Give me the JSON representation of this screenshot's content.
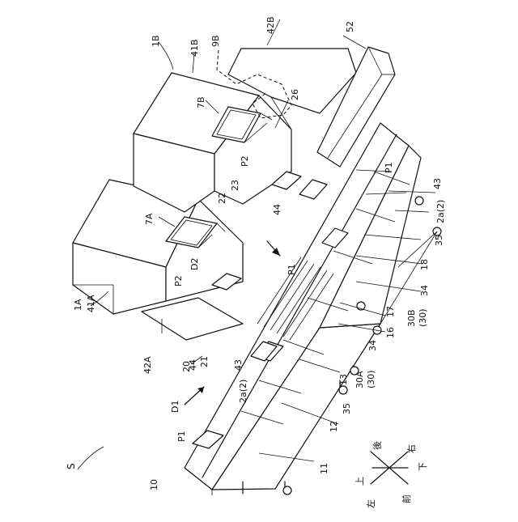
{
  "figure": {
    "labels": [
      {
        "id": "S",
        "text": "S"
      },
      {
        "id": "1A",
        "text": "1A"
      },
      {
        "id": "1B",
        "text": "1B"
      },
      {
        "id": "41A",
        "text": "41A"
      },
      {
        "id": "41B",
        "text": "41B"
      },
      {
        "id": "42A",
        "text": "42A"
      },
      {
        "id": "42B",
        "text": "42B"
      },
      {
        "id": "9B",
        "text": "9B"
      },
      {
        "id": "52",
        "text": "52"
      },
      {
        "id": "7A",
        "text": "7A"
      },
      {
        "id": "7B",
        "text": "7B"
      },
      {
        "id": "26",
        "text": "26"
      },
      {
        "id": "P2a",
        "text": "P2"
      },
      {
        "id": "P2b",
        "text": "P2"
      },
      {
        "id": "23",
        "text": "23"
      },
      {
        "id": "22",
        "text": "22"
      },
      {
        "id": "44a",
        "text": "44"
      },
      {
        "id": "44b",
        "text": "44"
      },
      {
        "id": "D2",
        "text": "D2"
      },
      {
        "id": "P1a",
        "text": "P1"
      },
      {
        "id": "P1b",
        "text": "P1"
      },
      {
        "id": "P1c",
        "text": "P1"
      },
      {
        "id": "43a",
        "text": "43"
      },
      {
        "id": "43b",
        "text": "43"
      },
      {
        "id": "2a2a",
        "text": "2a(2)"
      },
      {
        "id": "2a2b",
        "text": "2a(2)"
      },
      {
        "id": "35a",
        "text": "35"
      },
      {
        "id": "35b",
        "text": "35"
      },
      {
        "id": "18",
        "text": "18"
      },
      {
        "id": "34a",
        "text": "34"
      },
      {
        "id": "34b",
        "text": "34"
      },
      {
        "id": "30B",
        "text": "30B"
      },
      {
        "id": "30Bp",
        "text": "(30)"
      },
      {
        "id": "17",
        "text": "17"
      },
      {
        "id": "16",
        "text": "16"
      },
      {
        "id": "30A",
        "text": "30A"
      },
      {
        "id": "30Ap",
        "text": "(30)"
      },
      {
        "id": "13",
        "text": "13"
      },
      {
        "id": "12",
        "text": "12"
      },
      {
        "id": "11",
        "text": "11"
      },
      {
        "id": "10",
        "text": "10"
      },
      {
        "id": "20",
        "text": "20"
      },
      {
        "id": "21",
        "text": "21"
      },
      {
        "id": "D1",
        "text": "D1"
      }
    ],
    "compass": {
      "up": "上",
      "back": "後",
      "right": "右",
      "down": "下",
      "front": "前",
      "left": "左"
    }
  }
}
